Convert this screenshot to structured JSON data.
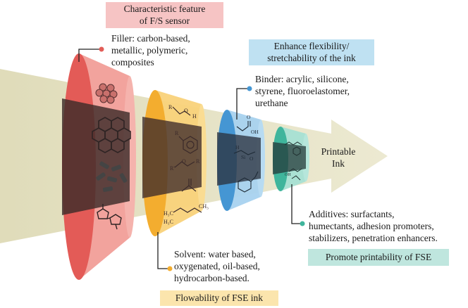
{
  "colors": {
    "arrow": "#e7e3c6",
    "filler_stage": "#ec6a67",
    "solvent_stage": "#f6b43b",
    "binder_stage": "#4f9fd6",
    "additive_stage": "#4cc1aa",
    "box_pink": "#f6c4c4",
    "box_blue": "#bfe1f2",
    "box_yellow": "#fbe5ad",
    "box_teal": "#bfe6de"
  },
  "boxes": {
    "characteristic": "Characteristic feature\nof F/S sensor",
    "flexibility": "Enhance flexibility/\nstretchability of the ink",
    "flowability": "Flowability of FSE ink",
    "printability": "Promote printability of FSE"
  },
  "labels": {
    "filler": "Filler: carbon-based,\nmetallic, polymeric,\ncomposites",
    "binder": "Binder: acrylic, silicone,\nstyrene, fluoroelastomer,\nurethane",
    "solvent": "Solvent: water based,\noxygenated, oil-based,\nhydrocarbon-based.",
    "additives": "Additives: surfactants,\nhumectants, adhesion promoters,\nstabilizers, penetration enhancers.",
    "output": "Printable\nInk"
  }
}
